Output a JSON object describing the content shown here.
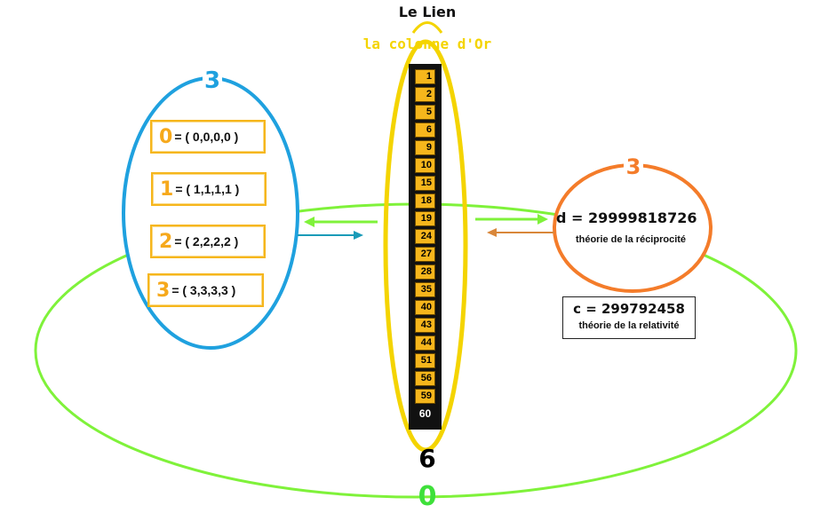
{
  "header": {
    "link_title": "Le Lien",
    "column_title": "la colonne d'Or"
  },
  "column": {
    "cells": [
      "1",
      "2",
      "5",
      "6",
      "9",
      "10",
      "15",
      "18",
      "19",
      "24",
      "27",
      "28",
      "35",
      "40",
      "43",
      "44",
      "51",
      "56",
      "59"
    ],
    "last_cell": "60"
  },
  "numbers": {
    "bottom_six": "6",
    "bottom_zero": "0",
    "left_group": "3",
    "right_group": "3"
  },
  "tuples": [
    {
      "digit": "0",
      "value": "= ( 0,0,0,0 )"
    },
    {
      "digit": "1",
      "value": "= ( 1,1,1,1 )"
    },
    {
      "digit": "2",
      "value": "= ( 2,2,2,2 )"
    },
    {
      "digit": "3",
      "value": "= ( 3,3,3,3 )"
    }
  ],
  "reciprocity": {
    "formula": "d  =  29999818726",
    "caption": "théorie de la réciprocité"
  },
  "relativity": {
    "formula": "c  =  299792458",
    "caption": "théorie de la relativité"
  },
  "colors": {
    "green": "#7ff23a",
    "blue": "#1fa1df",
    "orange": "#f47c2a",
    "yellow": "#f4d400",
    "gold": "#f6b61c",
    "teal_arrow": "#1a9bb8"
  }
}
